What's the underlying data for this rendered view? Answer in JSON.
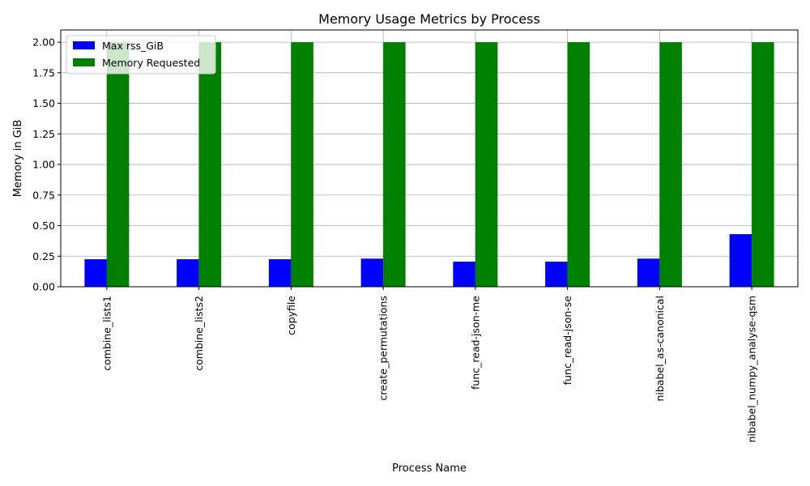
{
  "chart_data": {
    "type": "bar",
    "title": "Memory Usage Metrics by Process",
    "xlabel": "Process Name",
    "ylabel": "Memory in GiB",
    "categories": [
      "combine_lists1",
      "combine_lists2",
      "copyfile",
      "create_permutations",
      "func_read-json-me",
      "func_read-json-se",
      "nibabel_as-canonical",
      "nibabel_numpy_analyse-qsm"
    ],
    "series": [
      {
        "name": "Max rss_GiB",
        "color": "#0000ff",
        "values": [
          0.225,
          0.225,
          0.225,
          0.23,
          0.205,
          0.205,
          0.23,
          0.43
        ]
      },
      {
        "name": "Memory Requested",
        "color": "#008000",
        "values": [
          2.0,
          2.0,
          2.0,
          2.0,
          2.0,
          2.0,
          2.0,
          2.0
        ]
      }
    ],
    "ylim": [
      0,
      2.1
    ],
    "yticks": [
      "0.00",
      "0.25",
      "0.50",
      "0.75",
      "1.00",
      "1.25",
      "1.50",
      "1.75",
      "2.00"
    ],
    "grid": true,
    "legend_position": "top-left"
  }
}
